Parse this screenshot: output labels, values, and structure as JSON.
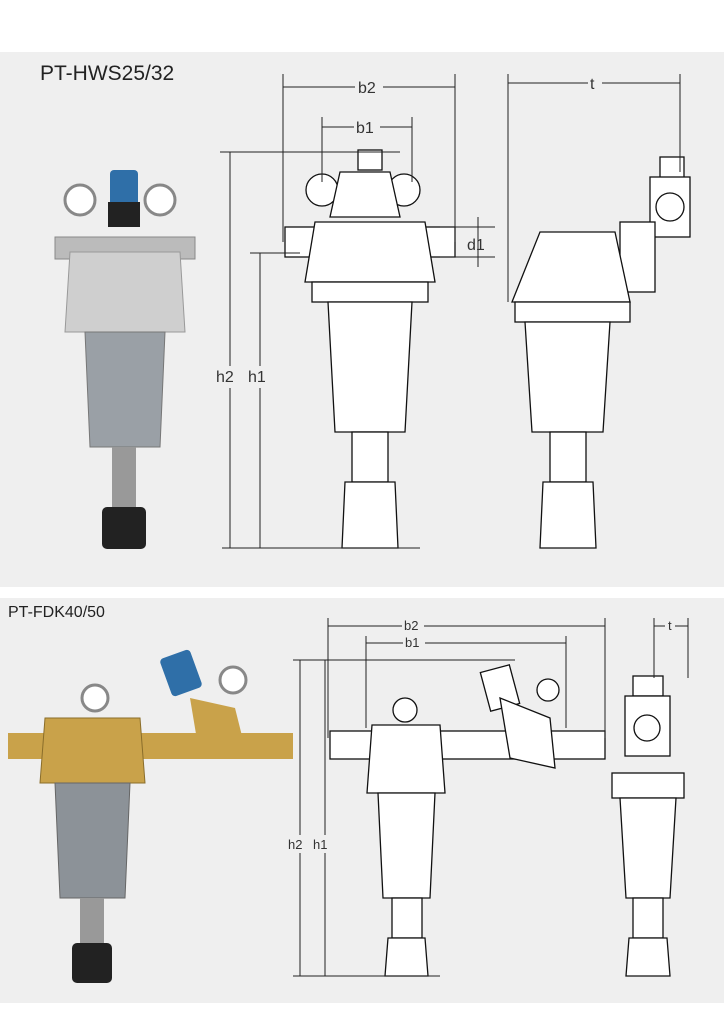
{
  "sections": [
    {
      "title": "PT-HWS25/32",
      "dims": {
        "b2": "b2",
        "b1": "b1",
        "t": "t",
        "d1": "d1",
        "h2": "h2",
        "h1": "h1"
      }
    },
    {
      "title": "PT-FDK40/50",
      "dims": {
        "b2": "b2",
        "b1": "b1",
        "t": "t",
        "h2": "h2",
        "h1": "h1"
      }
    }
  ],
  "colors": {
    "panel": "#efefef",
    "brass": "#c9a24a",
    "cap": "#2f6fa8"
  }
}
